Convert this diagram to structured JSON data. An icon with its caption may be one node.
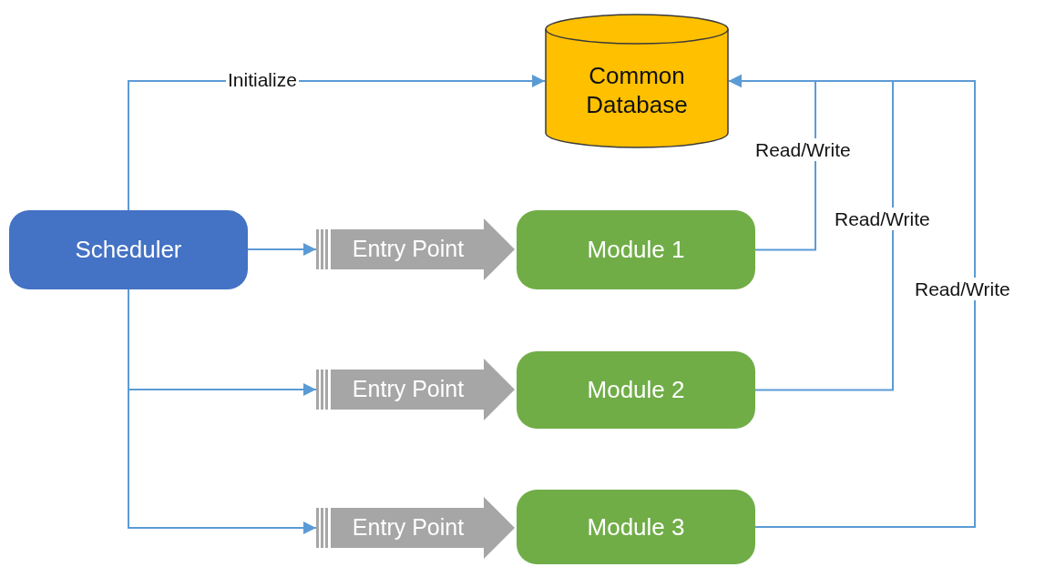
{
  "diagram": {
    "nodes": [
      {
        "text": [
          "Common Database"
        ]
      },
      {
        "text": [
          "Scheduler"
        ]
      },
      {
        "text": [
          "Entry Point"
        ]
      },
      {
        "text": [
          "Module 1"
        ]
      },
      {
        "text": [
          "Entry Point"
        ]
      },
      {
        "text": [
          "Module 2"
        ]
      },
      {
        "text": [
          "Entry Point"
        ]
      },
      {
        "text": [
          "Module 3"
        ]
      }
    ],
    "edges": [
      {
        "from": 1,
        "to": 0,
        "arrow": "to",
        "label": "Initialize"
      },
      {
        "from": 1,
        "to": 2,
        "arrow": "to"
      },
      {
        "from": 1,
        "to": 4,
        "arrow": "to"
      },
      {
        "from": 1,
        "to": 6,
        "arrow": "to"
      },
      {
        "from": 3,
        "to": 0,
        "arrow": "to",
        "label": "Read/Write"
      },
      {
        "from": 5,
        "to": 0,
        "arrow": "to",
        "label": "Read/Write"
      },
      {
        "from": 7,
        "to": 0,
        "arrow": "to",
        "label": "Read/Write"
      }
    ]
  }
}
